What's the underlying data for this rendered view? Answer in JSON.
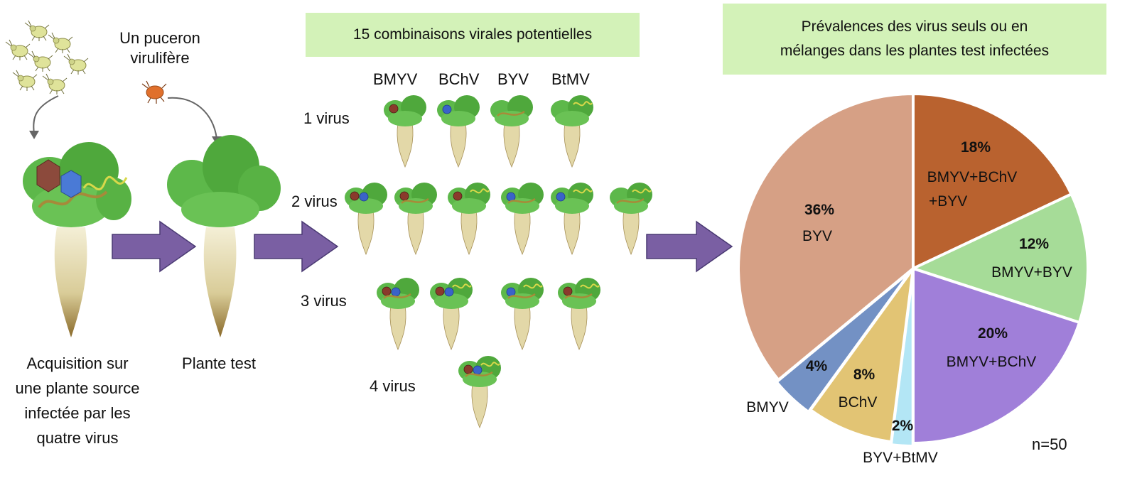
{
  "left": {
    "aphid_label": [
      "Un puceron",
      "virulifère"
    ],
    "source_caption": [
      "Acquisition sur",
      "une plante source",
      "infectée par les",
      "quatre virus"
    ],
    "test_caption": "Plante test"
  },
  "middle": {
    "header": "15 combinaisons virales potentielles",
    "virus_names": [
      "BMYV",
      "BChV",
      "BYV",
      "BtMV"
    ],
    "row_labels": [
      "1 virus",
      "2 virus",
      "3 virus",
      "4 virus"
    ],
    "combos": {
      "one": [
        [
          "BMYV"
        ],
        [
          "BChV"
        ],
        [
          "BYV"
        ],
        [
          "BtMV"
        ]
      ],
      "two": [
        [
          "BMYV",
          "BChV"
        ],
        [
          "BMYV",
          "BYV"
        ],
        [
          "BMYV",
          "BtMV"
        ],
        [
          "BChV",
          "BYV"
        ],
        [
          "BChV",
          "BtMV"
        ],
        [
          "BYV",
          "BtMV"
        ]
      ],
      "three": [
        [
          "BMYV",
          "BChV",
          "BYV"
        ],
        [
          "BMYV",
          "BChV",
          "BtMV"
        ],
        [
          "BChV",
          "BYV",
          "BtMV"
        ],
        [
          "BMYV",
          "BYV",
          "BtMV"
        ]
      ],
      "four": [
        [
          "BMYV",
          "BChV",
          "BYV",
          "BtMV"
        ]
      ]
    }
  },
  "right": {
    "header_lines": [
      "Prévalences des virus seuls ou en",
      "mélanges dans les plantes test infectées"
    ],
    "n_label": "n=50"
  },
  "colors": {
    "header_bg": "#d3f2b8",
    "arrow": "#7a5fa3",
    "leaf": "#4fae3c",
    "root": "#e6dcb4",
    "bmyv_virus": "#8a3a2c",
    "bchv_virus": "#3a63c9",
    "byv_virus": "#a88a38",
    "btmv_virus": "#d8d84a"
  },
  "chart_data": {
    "type": "pie",
    "slices": [
      {
        "label": "BMYV+BChV +BYV",
        "label_lines": [
          "BMYV+BChV",
          "+BYV"
        ],
        "value": 18,
        "pct_label": "18%",
        "color": "#b9622f"
      },
      {
        "label": "BMYV+BYV",
        "label_lines": [
          "BMYV+BYV"
        ],
        "value": 12,
        "pct_label": "12%",
        "color": "#a6dc98"
      },
      {
        "label": "BMYV+BChV",
        "label_lines": [
          "BMYV+BChV"
        ],
        "value": 20,
        "pct_label": "20%",
        "color": "#a07fd9"
      },
      {
        "label": "BYV+BtMV",
        "label_lines": [
          "BYV+BtMV"
        ],
        "value": 2,
        "pct_label": "2%",
        "color": "#b3e6f5"
      },
      {
        "label": "BChV",
        "label_lines": [
          "BChV"
        ],
        "value": 8,
        "pct_label": "8%",
        "color": "#e2c474"
      },
      {
        "label": "BMYV",
        "label_lines": [
          "BMYV"
        ],
        "value": 4,
        "pct_label": "4%",
        "color": "#7391c4"
      },
      {
        "label": "BYV",
        "label_lines": [
          "BYV"
        ],
        "value": 36,
        "pct_label": "36%",
        "color": "#d6a085"
      }
    ]
  }
}
